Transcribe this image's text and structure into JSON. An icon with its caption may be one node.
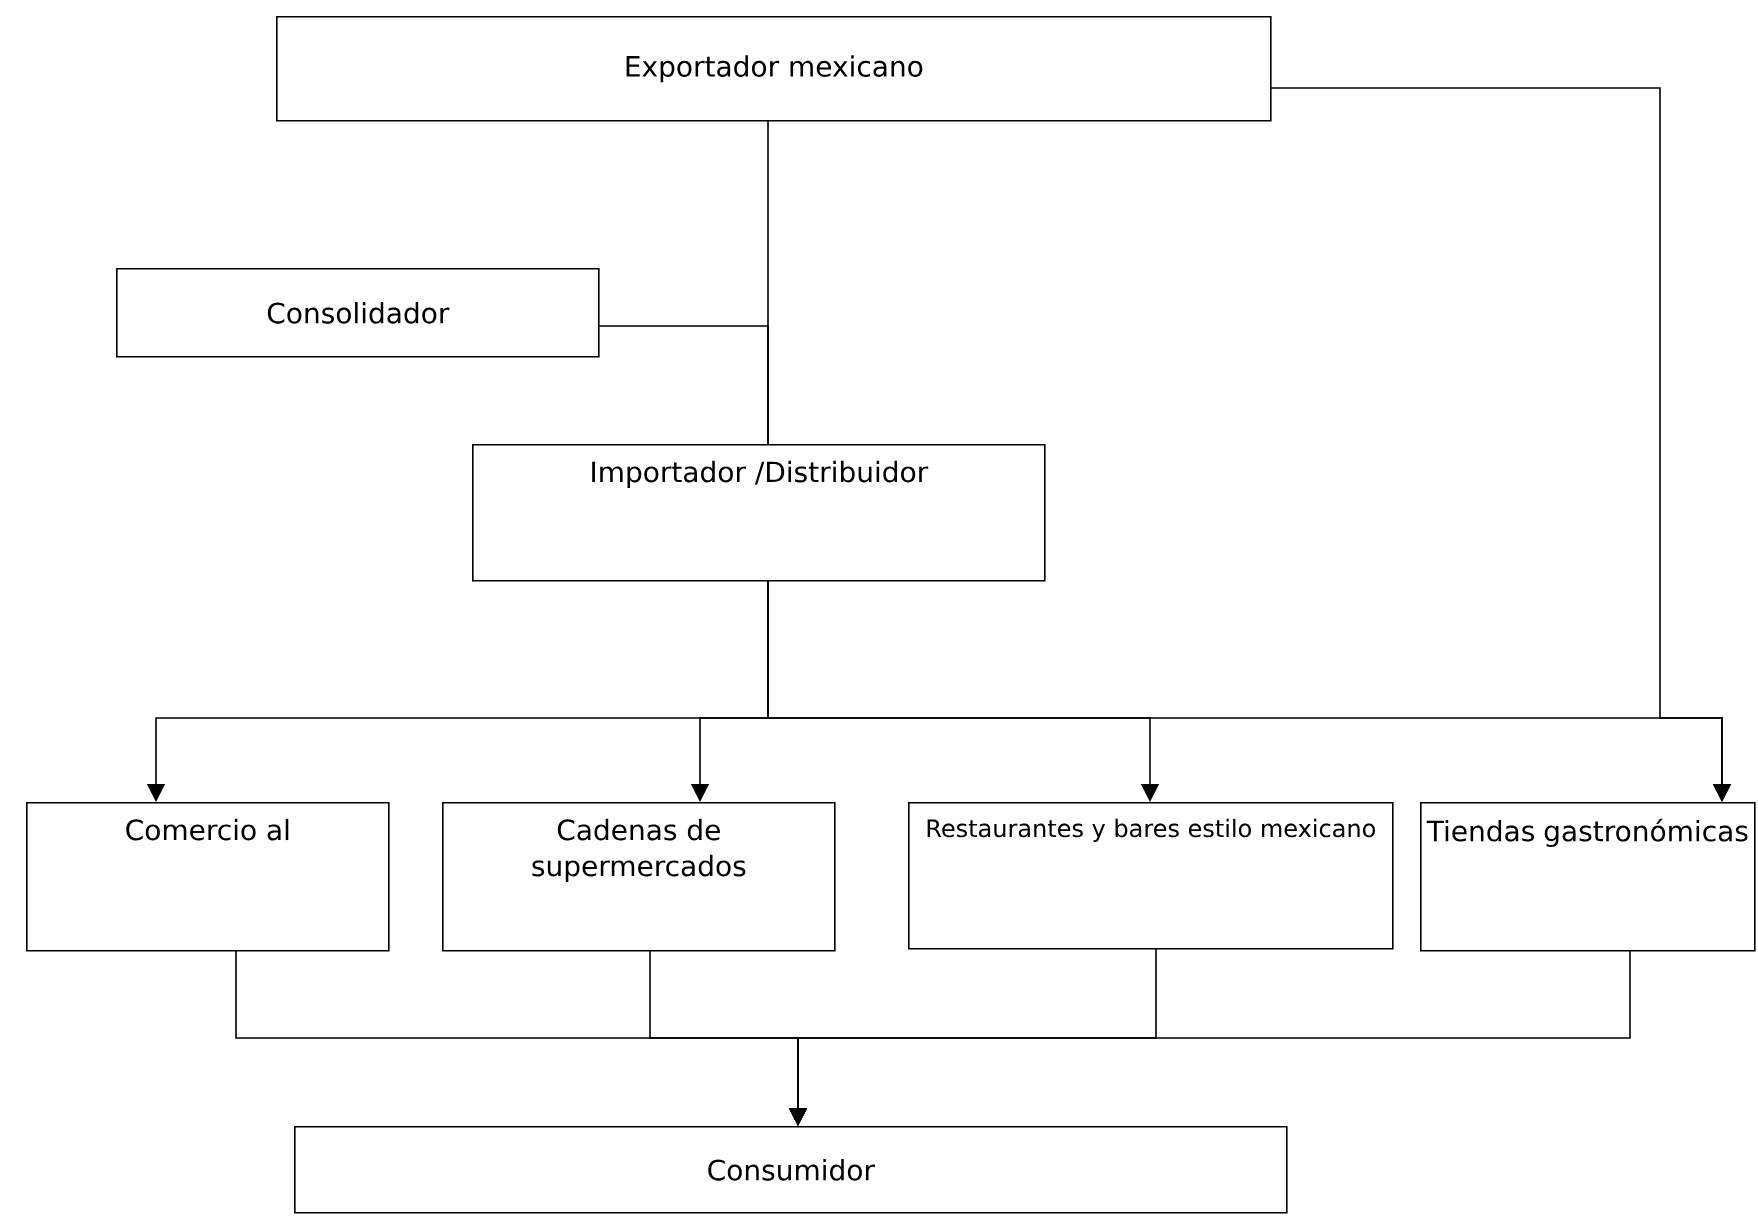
{
  "diagram": {
    "nodes": [
      {
        "text": [
          "Exportador mexicano"
        ]
      },
      {
        "text": [
          "Consolidador"
        ]
      },
      {
        "text": [
          "Importador /Distribuidor"
        ]
      },
      {
        "text": [
          "Comercio al"
        ]
      },
      {
        "text": [
          "Cadenas de supermercados"
        ]
      },
      {
        "text": [
          "Restaurantes y bares estilo mexicano"
        ]
      },
      {
        "text": [
          "Tiendas gastronómicas"
        ]
      },
      {
        "text": [
          "Consumidor"
        ]
      }
    ],
    "edges": [
      {
        "from": 0,
        "to": 2,
        "arrow": "none"
      },
      {
        "from": 1,
        "to": 2,
        "arrow": "none"
      },
      {
        "from": 2,
        "to": 3,
        "arrow": "to"
      },
      {
        "from": 2,
        "to": 4,
        "arrow": "to"
      },
      {
        "from": 2,
        "to": 5,
        "arrow": "to"
      },
      {
        "from": 2,
        "to": 6,
        "arrow": "to"
      },
      {
        "from": 0,
        "to": 6,
        "arrow": "to"
      },
      {
        "from": 3,
        "to": 7,
        "arrow": "to"
      },
      {
        "from": 4,
        "to": 7,
        "arrow": "to"
      },
      {
        "from": 5,
        "to": 7,
        "arrow": "to"
      },
      {
        "from": 6,
        "to": 7,
        "arrow": "to"
      }
    ]
  }
}
